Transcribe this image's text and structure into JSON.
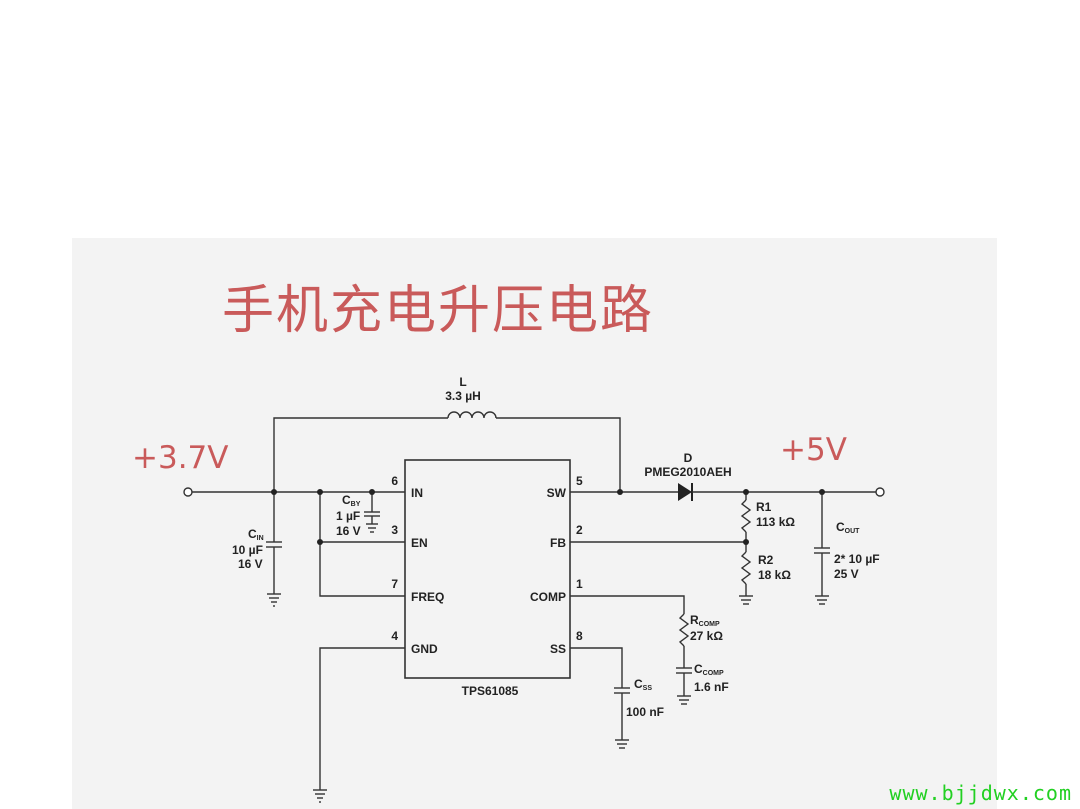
{
  "title": "手机充电升压电路",
  "input_voltage": "+3.7V",
  "output_voltage": "+5V",
  "watermark": "www.bjjdwx.com",
  "ic": {
    "name": "TPS61085",
    "pins": [
      {
        "num": "6",
        "name": "IN"
      },
      {
        "num": "3",
        "name": "EN"
      },
      {
        "num": "7",
        "name": "FREQ"
      },
      {
        "num": "4",
        "name": "GND"
      },
      {
        "num": "5",
        "name": "SW"
      },
      {
        "num": "2",
        "name": "FB"
      },
      {
        "num": "1",
        "name": "COMP"
      },
      {
        "num": "8",
        "name": "SS"
      }
    ]
  },
  "components": {
    "inductor": {
      "ref": "L",
      "value": "3.3 µH"
    },
    "diode": {
      "ref": "D",
      "part": "PMEG2010AEH"
    },
    "cin": {
      "ref": "C",
      "sub": "IN",
      "value": "10 µF",
      "voltage": "16 V"
    },
    "cby": {
      "ref": "C",
      "sub": "BY",
      "value": "1 µF",
      "voltage": "16 V"
    },
    "r1": {
      "ref": "R1",
      "value": "113 kΩ"
    },
    "r2": {
      "ref": "R2",
      "value": "18 kΩ"
    },
    "cout": {
      "ref": "C",
      "sub": "OUT",
      "value": "2* 10 µF",
      "voltage": "25 V"
    },
    "rcomp": {
      "ref": "R",
      "sub": "COMP",
      "value": "27 kΩ"
    },
    "ccomp": {
      "ref": "C",
      "sub": "COMP",
      "value": "1.6 nF"
    },
    "css": {
      "ref": "C",
      "sub": "SS",
      "value": "100 nF"
    }
  }
}
